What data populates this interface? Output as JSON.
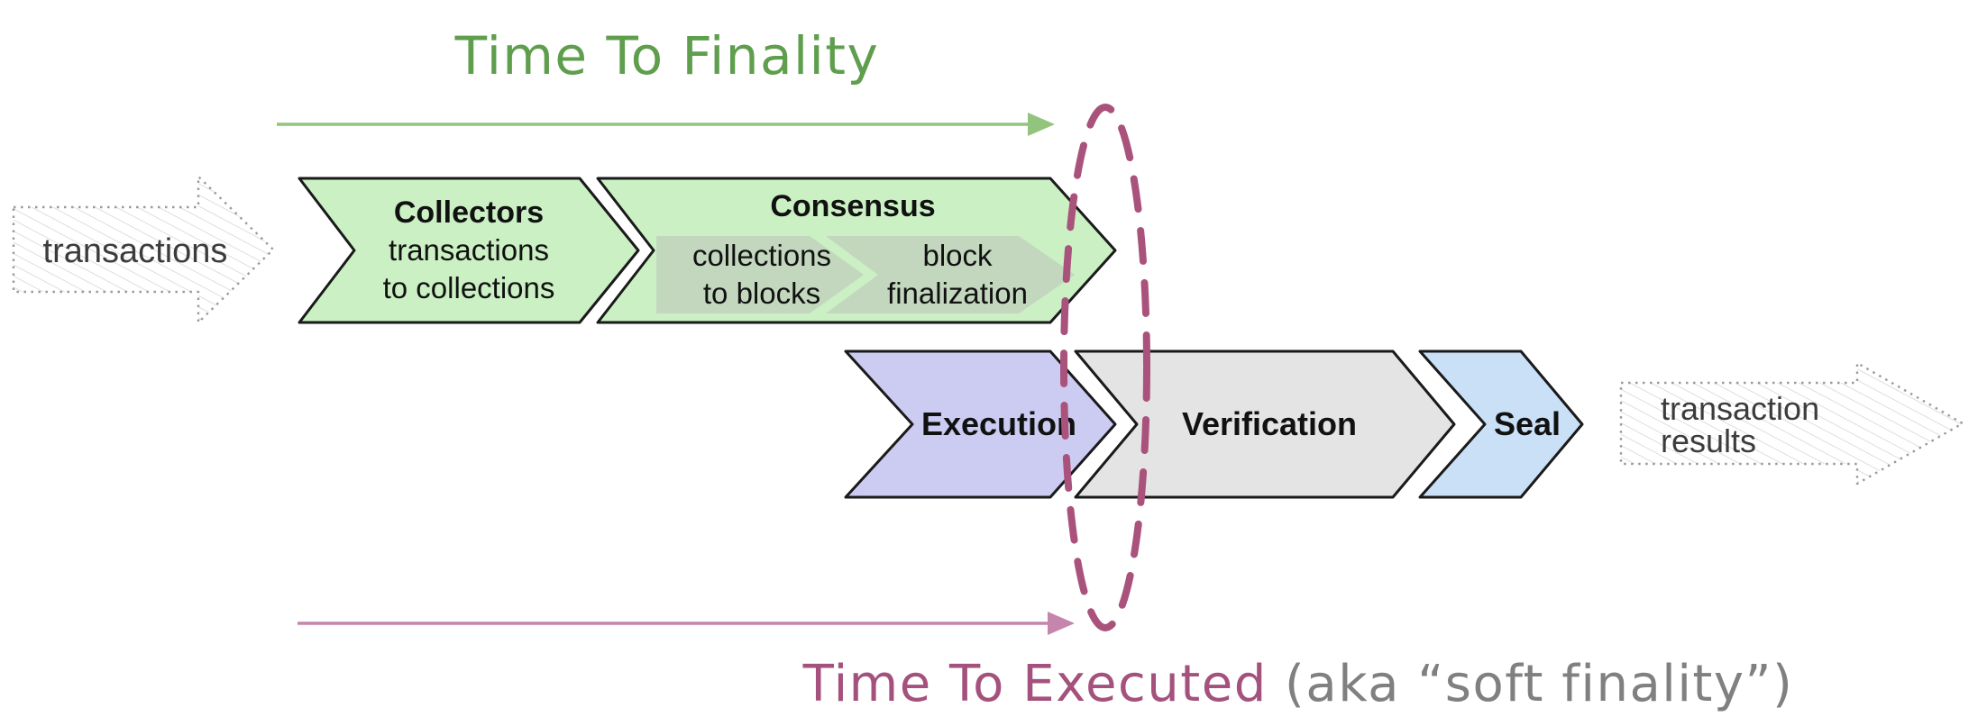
{
  "titles": {
    "top": "Time To Finality",
    "bottom_primary": "Time To Executed",
    "bottom_secondary": " (aka “soft finality”)"
  },
  "io": {
    "input_label": "transactions",
    "output_label_line1": "transaction",
    "output_label_line2": "results"
  },
  "pipeline": {
    "collectors": {
      "title": "Collectors",
      "line1": "transactions",
      "line2": "to collections"
    },
    "consensus": {
      "title": "Consensus",
      "sub1_line1": "collections",
      "sub1_line2": "to blocks",
      "sub2_line1": "block",
      "sub2_line2": "finalization"
    },
    "execution": {
      "title": "Execution"
    },
    "verification": {
      "title": "Verification"
    },
    "seal": {
      "title": "Seal"
    }
  },
  "colors": {
    "green_title": "#5f9e4d",
    "green_arrow": "#93c47d",
    "green_fill": "#caf0c3",
    "sub_chevron_fill": "#c2d7bd",
    "lavender_fill": "#cccbf2",
    "gray_fill": "#e4e4e4",
    "blue_fill": "#c9e0f6",
    "outline": "#1a1a1a",
    "ellipse": "#a9537c",
    "pink_arrow": "#c685ad",
    "magenta_title": "#a4527d",
    "gray_text": "#808080",
    "sketch_text": "#3c3c3c",
    "sketch_border": "#9a9a9a",
    "hatch_line": "#d6d6d6",
    "label_text": "#111111"
  }
}
